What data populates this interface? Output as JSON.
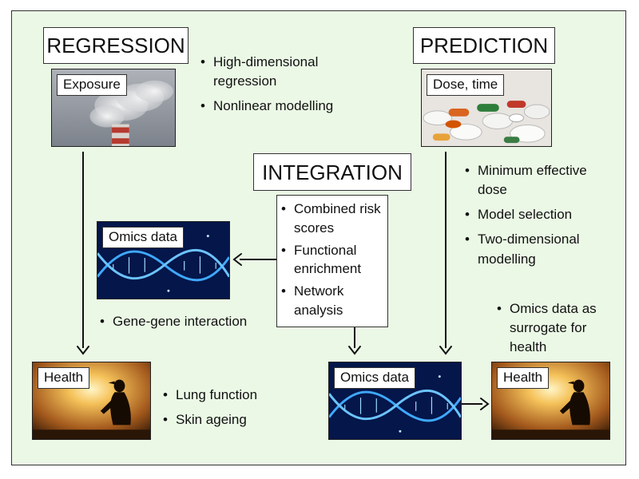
{
  "titles": {
    "regression": "REGRESSION",
    "prediction": "PREDICTION",
    "integration": "INTEGRATION"
  },
  "labels": {
    "exposure": "Exposure",
    "dose_time": "Dose, time",
    "omics_left": "Omics data",
    "omics_bottom": "Omics data",
    "health_left": "Health",
    "health_right": "Health"
  },
  "regression_bullets": [
    "High-dimensional regression",
    "Nonlinear modelling"
  ],
  "prediction_bullets": [
    "Minimum effective dose",
    "Model selection",
    "Two-dimensional modelling"
  ],
  "integration_bullets": [
    "Combined risk scores",
    "Functional enrichment",
    "Network analysis"
  ],
  "gene_bullets": [
    "Gene-gene interaction"
  ],
  "health_bullets": [
    "Lung function",
    "Skin ageing"
  ],
  "surrogate_bullets": [
    "Omics data as surrogate for health"
  ],
  "images": {
    "exposure": "smokestack-emission-photo",
    "dose_time": "pills-photo",
    "omics": "dna-helix-illustration",
    "health": "jogger-sunset-silhouette"
  }
}
